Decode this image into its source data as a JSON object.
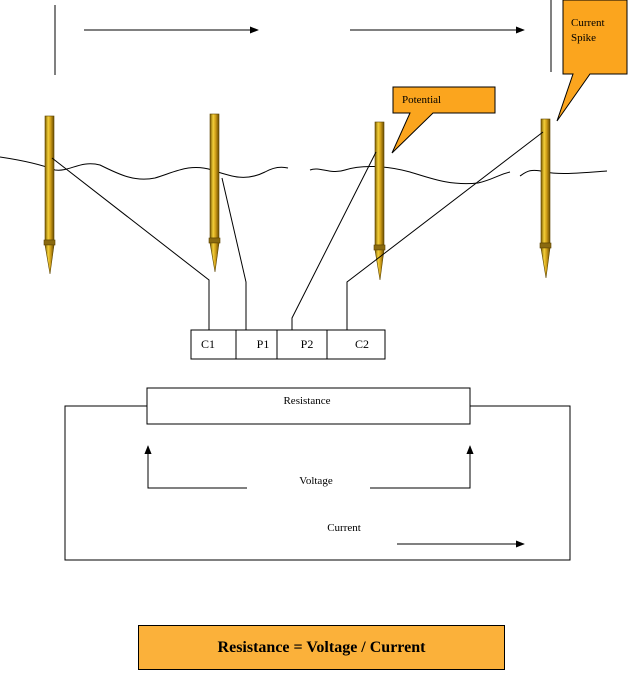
{
  "labels": {
    "current_spike": "Current\nSpike",
    "potential": "Potential",
    "resistance": "Resistance",
    "voltage": "Voltage",
    "current": "Current"
  },
  "terminals": [
    "C1",
    "P1",
    "P2",
    "C2"
  ],
  "formula": "Resistance = Voltage / Current",
  "colors": {
    "callout_fill": "#fba51e",
    "formula_fill": "#fbb13a",
    "rod_gold": "#d4a21a",
    "rod_dark": "#5c4400"
  },
  "icons": [
    "ground-rod-icon",
    "arrow-right-icon",
    "arrow-up-icon"
  ]
}
